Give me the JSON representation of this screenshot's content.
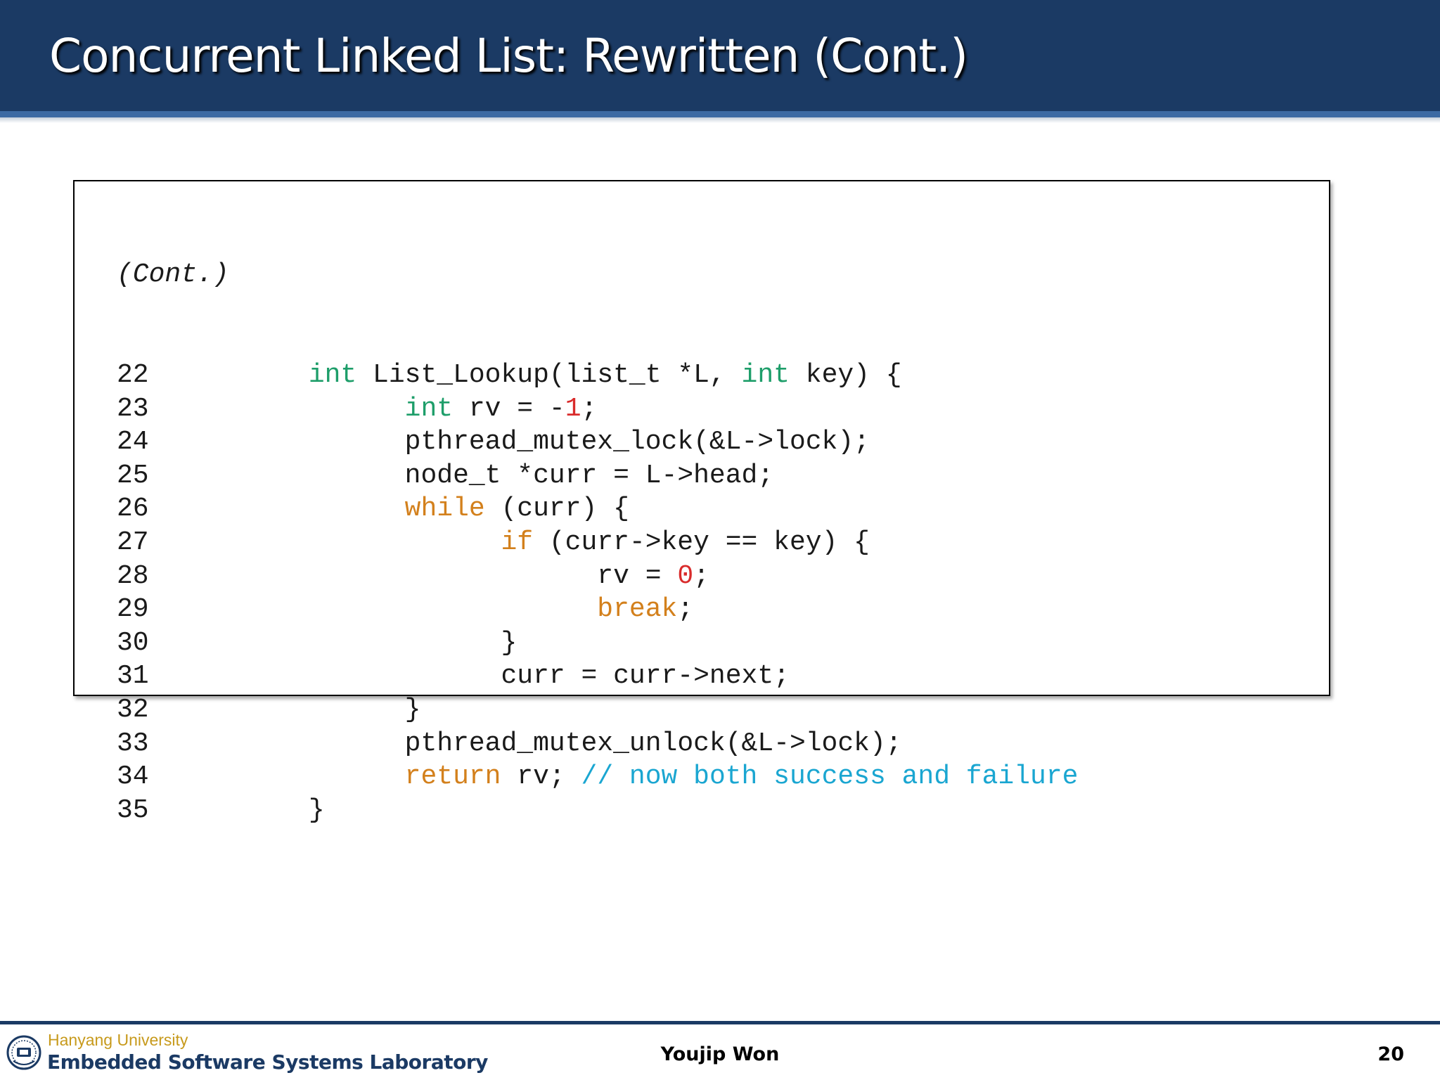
{
  "slide": {
    "title": "Concurrent Linked List: Rewritten (Cont.)",
    "author": "Youjip Won",
    "page_number": "20"
  },
  "footer": {
    "university": "Hanyang University",
    "lab": "Embedded Software Systems Laboratory"
  },
  "code": {
    "continuation": "(Cont.)",
    "lines": [
      {
        "num": "22",
        "indent": "      ",
        "tokens": [
          {
            "t": "int",
            "k": "kw-type"
          },
          {
            "t": " List_Lookup(list_t *L, "
          },
          {
            "t": "int",
            "k": "kw-type"
          },
          {
            "t": " key) {"
          }
        ]
      },
      {
        "num": "23",
        "indent": "            ",
        "tokens": [
          {
            "t": "int",
            "k": "kw-type"
          },
          {
            "t": " rv = -"
          },
          {
            "t": "1",
            "k": "num"
          },
          {
            "t": ";"
          }
        ]
      },
      {
        "num": "24",
        "indent": "            ",
        "tokens": [
          {
            "t": "pthread_mutex_lock(&L->lock);"
          }
        ]
      },
      {
        "num": "25",
        "indent": "            ",
        "tokens": [
          {
            "t": "node_t *curr = L->head;"
          }
        ]
      },
      {
        "num": "26",
        "indent": "            ",
        "tokens": [
          {
            "t": "while",
            "k": "kw-ctl"
          },
          {
            "t": " (curr) {"
          }
        ]
      },
      {
        "num": "27",
        "indent": "                  ",
        "tokens": [
          {
            "t": "if",
            "k": "kw-ctl"
          },
          {
            "t": " (curr->key == key) {"
          }
        ]
      },
      {
        "num": "28",
        "indent": "                        ",
        "tokens": [
          {
            "t": "rv = "
          },
          {
            "t": "0",
            "k": "num"
          },
          {
            "t": ";"
          }
        ]
      },
      {
        "num": "29",
        "indent": "                        ",
        "tokens": [
          {
            "t": "break",
            "k": "kw-ctl"
          },
          {
            "t": ";"
          }
        ]
      },
      {
        "num": "30",
        "indent": "                  ",
        "tokens": [
          {
            "t": "}"
          }
        ]
      },
      {
        "num": "31",
        "indent": "                  ",
        "tokens": [
          {
            "t": "curr = curr->next;"
          }
        ]
      },
      {
        "num": "32",
        "indent": "            ",
        "tokens": [
          {
            "t": "}"
          }
        ]
      },
      {
        "num": "33",
        "indent": "            ",
        "tokens": [
          {
            "t": "pthread_mutex_unlock(&L->lock);"
          }
        ]
      },
      {
        "num": "34",
        "indent": "            ",
        "tokens": [
          {
            "t": "return",
            "k": "kw-ctl"
          },
          {
            "t": " rv; "
          },
          {
            "t": "// now both success and failure",
            "k": "cmt"
          }
        ]
      },
      {
        "num": "35",
        "indent": "      ",
        "tokens": [
          {
            "t": "}"
          }
        ]
      }
    ]
  },
  "colors": {
    "title_bar": "#1b3a64",
    "keyword_type": "#1e9e6a",
    "keyword_control": "#d3801c",
    "number_literal": "#d92b2b",
    "comment": "#1aa6d1",
    "university_text": "#c79a1c"
  },
  "icons": {
    "logo": "hanyang-university-seal-icon"
  }
}
